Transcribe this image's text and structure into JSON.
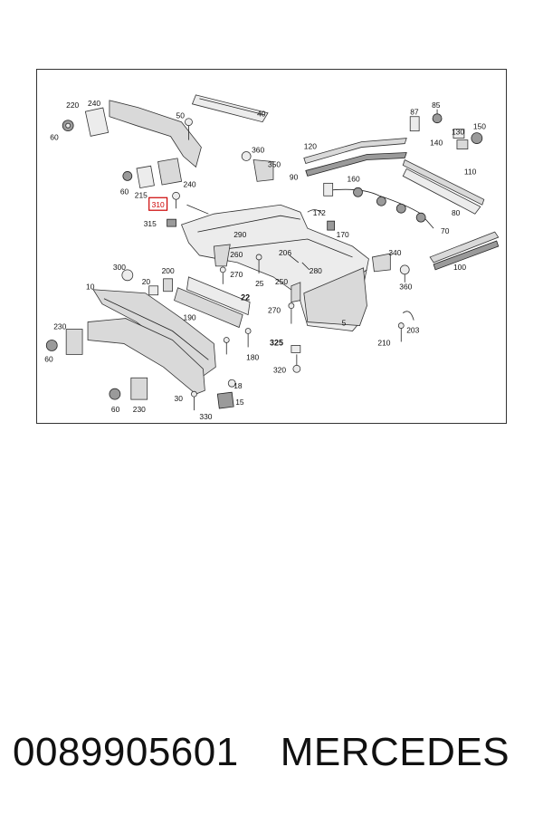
{
  "diagram": {
    "highlight_color": "#cc0000",
    "labels": {
      "l220": "220",
      "l240a": "240",
      "l60a": "60",
      "l50": "50",
      "l40": "40",
      "l85": "85",
      "l87": "87",
      "l130": "130",
      "l150": "150",
      "l140": "140",
      "l360a": "360",
      "l350": "350",
      "l120": "120",
      "l110": "110",
      "l90": "90",
      "l60b": "60",
      "l215": "215",
      "l240b": "240",
      "l310": "310",
      "l315": "315",
      "l160": "160",
      "l172": "172",
      "l170": "170",
      "l80": "80",
      "l70": "70",
      "l290": "290",
      "l260": "260",
      "l206": "206",
      "l280": "280",
      "l340": "340",
      "l100": "100",
      "l300": "300",
      "l200": "200",
      "l20": "20",
      "l10": "10",
      "l270a": "270",
      "l25": "25",
      "l250": "250",
      "l360b": "360",
      "l22": "22",
      "l230a": "230",
      "l190": "190",
      "l270b": "270",
      "l5": "5",
      "l203": "203",
      "l210": "210",
      "l60c": "60",
      "l325": "325",
      "l180": "180",
      "l320": "320",
      "l18": "18",
      "l15": "15",
      "l30": "30",
      "l60d": "60",
      "l230b": "230",
      "l330": "330"
    }
  },
  "caption": {
    "part_number": "0089905601",
    "brand": "MERCEDES"
  }
}
